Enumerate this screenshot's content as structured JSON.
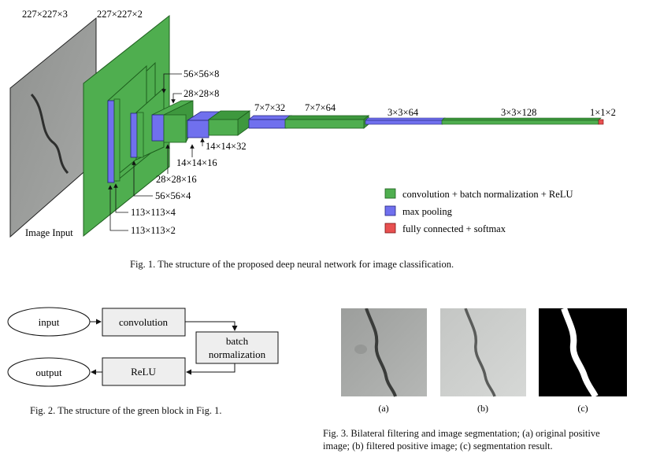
{
  "fig1": {
    "labels": {
      "input_dims": "227×227×3",
      "conv1_dims": "227×227×2",
      "image_input": "Image Input",
      "d56x56x8": "56×56×8",
      "d28x28x8": "28×28×8",
      "d7x7x32": "7×7×32",
      "d7x7x64": "7×7×64",
      "d3x3x64": "3×3×64",
      "d3x3x128": "3×3×128",
      "d1x1x2": "1×1×2",
      "d14x14x32": "14×14×32",
      "d14x14x16": "14×14×16",
      "d28x28x16": "28×28×16",
      "d56x56x4": "56×56×4",
      "d113x113x4": "113×113×4",
      "d113x113x2": "113×113×2"
    },
    "legend": [
      {
        "label": "convolution + batch normalization + ReLU",
        "color": "#4fae4f"
      },
      {
        "label": "max pooling",
        "color": "#7070ee"
      },
      {
        "label": "fully connected + softmax",
        "color": "#e85050"
      }
    ],
    "caption": "Fig. 1.   The structure of the proposed deep neural network for image classification."
  },
  "fig2": {
    "nodes": {
      "input": "input",
      "convolution": "convolution",
      "batch_line1": "batch",
      "batch_line2": "normalization",
      "relu": "ReLU",
      "output": "output"
    },
    "caption": "Fig. 2.   The structure of the green block in Fig. 1."
  },
  "fig3": {
    "sublabels": [
      "(a)",
      "(b)",
      "(c)"
    ],
    "caption_line1": "Fig. 3.   Bilateral filtering and image segmentation; (a) original positive",
    "caption_line2": "image; (b) filtered positive image; (c) segmentation result."
  },
  "colors": {
    "conv_green": "#4fae4f",
    "pool_blue": "#7070ee",
    "fc_red": "#e85050",
    "box_gray": "#eeeeee"
  }
}
